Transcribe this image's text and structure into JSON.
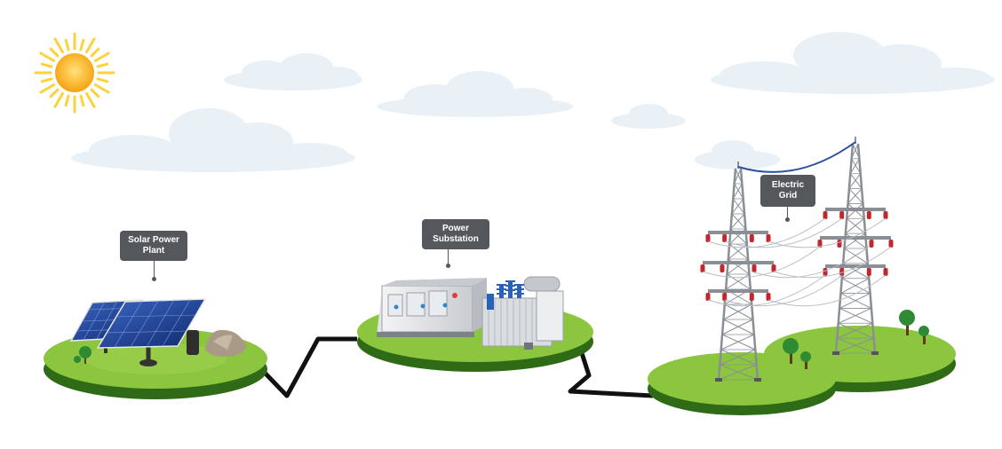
{
  "labels": {
    "solar": {
      "line1": "Solar Power",
      "line2": "Plant"
    },
    "substation": {
      "line1": "Power",
      "line2": "Substation"
    },
    "grid": {
      "line1": "Electric",
      "line2": "Grid"
    }
  },
  "colors": {
    "grass_top": "#8cc63f",
    "grass_side": "#2f6b17",
    "label_bg": "#54575c",
    "label_text": "#ffffff",
    "cable": "#111111",
    "power_line": "#2b4fa0",
    "insulator": "#c1272d",
    "cloud": "#e8eff6",
    "sun_core": "#fbb516",
    "sun_rays": "#fcd23c",
    "solar_panel": "#1c3f94",
    "tower_steel": "#8a8f96"
  },
  "icons": [
    "sun-icon",
    "cloud-icon",
    "solar-panel-icon",
    "rock-icon",
    "tree-icon",
    "substation-building-icon",
    "transformer-icon",
    "transmission-tower-icon"
  ]
}
